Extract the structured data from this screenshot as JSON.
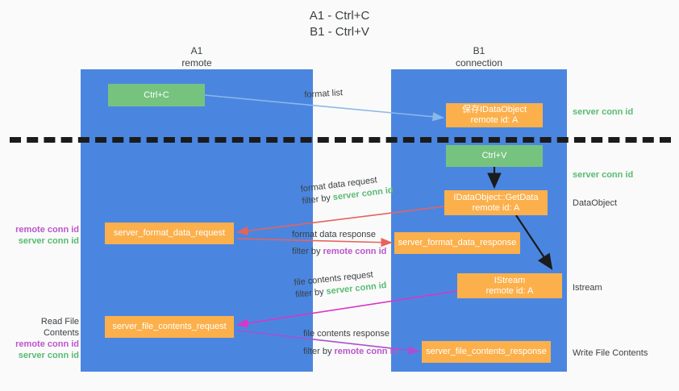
{
  "title": "A1 - Ctrl+C\nB1 - Ctrl+V",
  "columns": {
    "left": {
      "name": "A1",
      "subtitle": "remote",
      "header": "A1\nremote"
    },
    "right": {
      "name": "B1",
      "subtitle": "connection",
      "header": "B1\nconnection"
    }
  },
  "colors": {
    "lane": "#4a86e0",
    "green_node": "#76c37f",
    "orange_node": "#fbb04c",
    "server_conn_id": "#57bb72",
    "remote_conn_id": "#bb55cc",
    "divider": "#1b1b1b",
    "edge_blue": "#8ab8e8",
    "edge_red": "#e8625c",
    "edge_magenta": "#d936c4",
    "edge_purple": "#aa4fd0",
    "edge_black": "#1b1b1b",
    "page_background": "#fafafa",
    "text": "#3c4043"
  },
  "nodes": {
    "ctrl_c": "Ctrl+C",
    "save_idataobject": "保存IDataObject\nremote id: A",
    "ctrl_v": "Ctrl+V",
    "getdata": "IDataObject::GetData\nremote id: A",
    "server_format_data_request": "server_format_data_request",
    "server_format_data_response": "server_format_data_response",
    "istream": "IStream\nremote id: A",
    "server_file_contents_request": "server_file_contents_request",
    "server_file_contents_response": "server_file_contents_response"
  },
  "edge_labels": {
    "format_list": "format list",
    "format_data_request": "format data request",
    "format_data_request_filter_prefix": "filter by ",
    "format_data_request_filter_key": "server conn id",
    "format_data_response": "format data response",
    "format_data_response_filter_prefix": "filter by ",
    "format_data_response_filter_key": "remote conn id",
    "file_contents_request": "file contents request",
    "file_contents_request_filter_prefix": "filter by ",
    "file_contents_request_filter_key": "server conn id",
    "file_contents_response": "file contents response",
    "file_contents_response_filter_prefix": "filter by ",
    "file_contents_response_filter_key": "remote conn id"
  },
  "right_notes": {
    "server_conn_id_top": "server conn id",
    "server_conn_id_mid": "server conn id",
    "dataobject": "DataObject",
    "istream": "Istream",
    "write_file_contents": "Write File Contents"
  },
  "left_notes": {
    "remote_conn_id_upper": "remote conn id",
    "server_conn_id_upper": "server conn id",
    "read_file_contents": "Read File Contents",
    "remote_conn_id_lower": "remote conn id",
    "server_conn_id_lower": "server conn id"
  }
}
